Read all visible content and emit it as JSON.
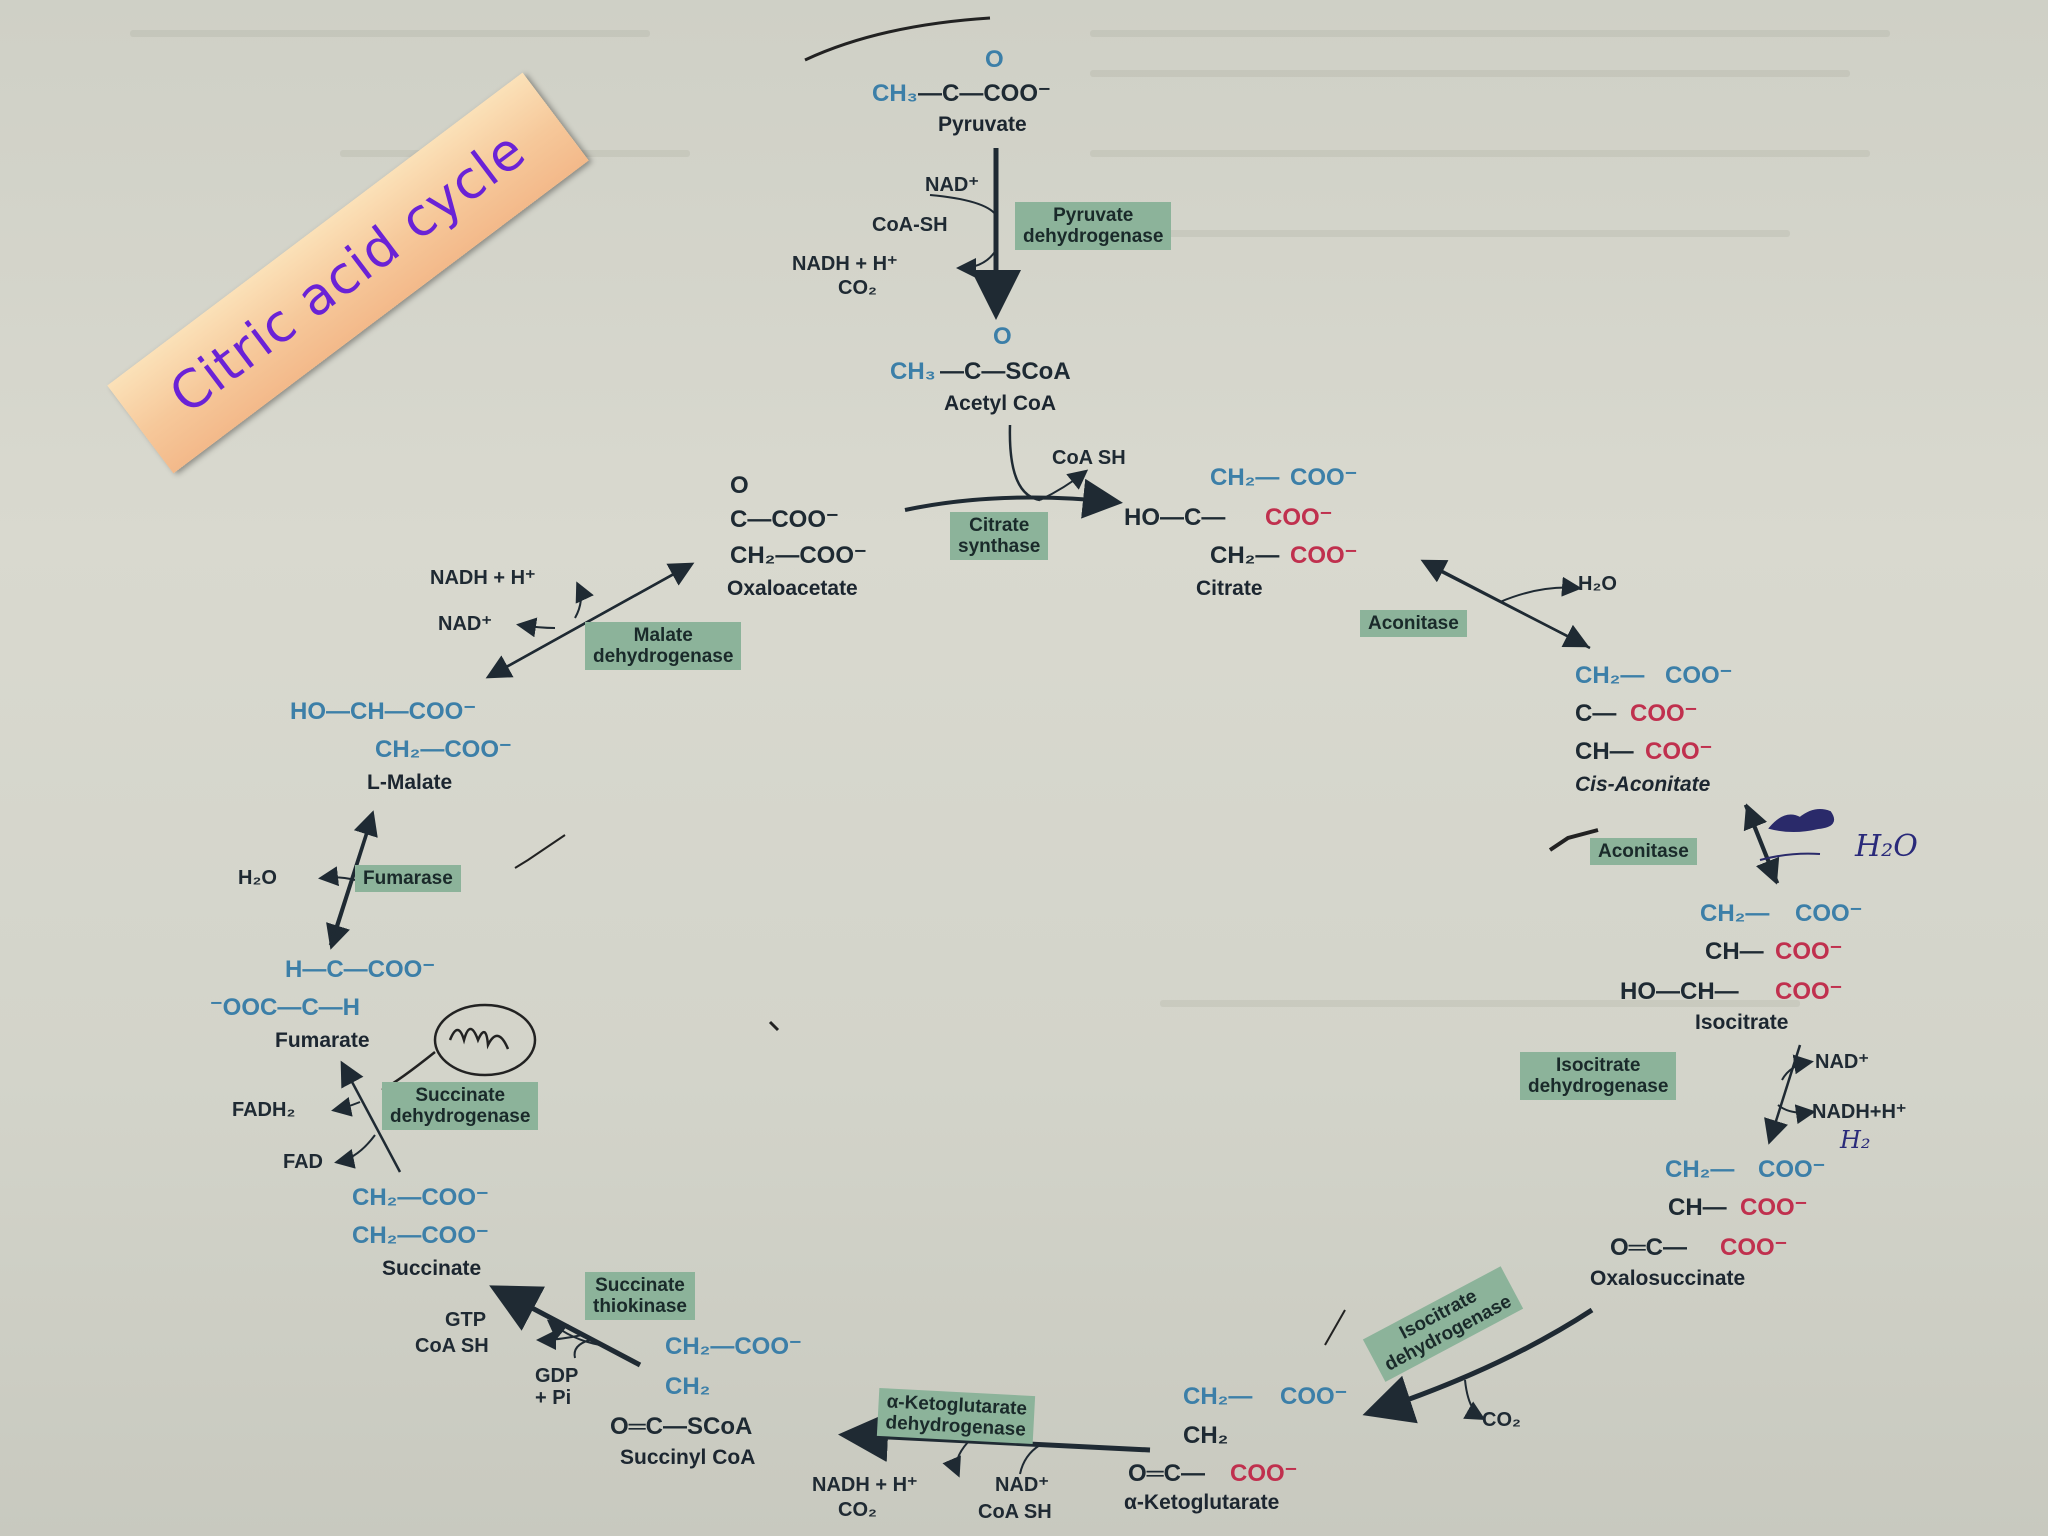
{
  "title": "Citric acid cycle",
  "compounds": {
    "pyruvate": {
      "name": "Pyruvate",
      "f1": "CH₃",
      "f2": "—C—COO⁻",
      "o": "O"
    },
    "acetyl_coa": {
      "name": "Acetyl CoA",
      "f1": "CH₃",
      "f2": "—C—SCoA",
      "o": "O"
    },
    "oxaloacetate": {
      "name": "Oxaloacetate",
      "l1": "O",
      "l2": "C—COO⁻",
      "l3": "CH₂—COO⁻"
    },
    "citrate": {
      "name": "Citrate",
      "l1a": "CH₂—",
      "l1b": "COO⁻",
      "l2a": "HO—C—",
      "l2b": "COO⁻",
      "l3a": "CH₂—",
      "l3b": "COO⁻"
    },
    "cis_aconitate": {
      "name": "Cis-Aconitate",
      "l1a": "CH₂—",
      "l1b": "COO⁻",
      "l2a": "C—",
      "l2b": "COO⁻",
      "l3a": "CH—",
      "l3b": "COO⁻"
    },
    "isocitrate": {
      "name": "Isocitrate",
      "l1a": "CH₂—",
      "l1b": "COO⁻",
      "l2a": "CH—",
      "l2b": "COO⁻",
      "l3a": "HO—CH—",
      "l3b": "COO⁻"
    },
    "oxalosuccinate": {
      "name": "Oxalosuccinate",
      "l1a": "CH₂—",
      "l1b": "COO⁻",
      "l2a": "CH—",
      "l2b": "COO⁻",
      "l3a": "O═C—",
      "l3b": "COO⁻"
    },
    "alpha_ketoglutarate": {
      "name": "α-Ketoglutarate",
      "l1a": "CH₂—",
      "l1b": "COO⁻",
      "l2": "CH₂",
      "l3a": "O═C—",
      "l3b": "COO⁻"
    },
    "succinyl_coa": {
      "name": "Succinyl CoA",
      "l1": "CH₂—COO⁻",
      "l2": "CH₂",
      "l3": "O═C—SCoA"
    },
    "succinate": {
      "name": "Succinate",
      "l1": "CH₂—COO⁻",
      "l2": "CH₂—COO⁻"
    },
    "fumarate": {
      "name": "Fumarate",
      "l1": "H—C—COO⁻",
      "l2": "⁻OOC—C—H"
    },
    "l_malate": {
      "name": "L-Malate",
      "l1": "HO—CH—COO⁻",
      "l2": "CH₂—COO⁻"
    }
  },
  "enzymes": {
    "pyruvate_dh": [
      "Pyruvate",
      "dehydrogenase"
    ],
    "citrate_synthase": [
      "Citrate",
      "synthase"
    ],
    "aconitase_1": [
      "Aconitase"
    ],
    "aconitase_2": [
      "Aconitase"
    ],
    "isocitrate_dh_1": [
      "Isocitrate",
      "dehydrogenase"
    ],
    "isocitrate_dh_2": [
      "Isocitrate",
      "dehydrogenase"
    ],
    "akg_dh": [
      "α-Ketoglutarate",
      "dehydrogenase"
    ],
    "succinate_thiokinase": [
      "Succinate",
      "thiokinase"
    ],
    "succinate_dh": [
      "Succinate",
      "dehydrogenase"
    ],
    "fumarase": [
      "Fumarase"
    ],
    "malate_dh": [
      "Malate",
      "dehydrogenase"
    ]
  },
  "cofactors": {
    "pdh_nad": "NAD⁺",
    "pdh_coash": "CoA-SH",
    "pdh_nadh": "NADH + H⁺",
    "pdh_co2": "CO₂",
    "cs_coash": "CoA SH",
    "acon_h2o": "H₂O",
    "acon2_h2o_hand": "H₂O",
    "idh_nad": "NAD⁺",
    "idh_nadh": "NADH+H⁺",
    "idh_h2_hand": "H₂",
    "idh2_co2": "CO₂",
    "akg_nadh": "NADH + H⁺",
    "akg_nad": "NAD⁺",
    "akg_co2": "CO₂",
    "akg_coash": "CoA SH",
    "stk_gtp": "GTP",
    "stk_coash": "CoA SH",
    "stk_gdp": "GDP",
    "stk_pi": "+ Pi",
    "sdh_fadh2": "FADH₂",
    "sdh_fad": "FAD",
    "fum_h2o": "H₂O",
    "mdh_nadh": "NADH + H⁺",
    "mdh_nad": "NAD⁺"
  },
  "colors": {
    "carbon_blue": "#3c7fa8",
    "carboxyl_red": "#c0304e",
    "enzyme_box": "#8cb39a",
    "banner_text": "#6a22d6"
  }
}
